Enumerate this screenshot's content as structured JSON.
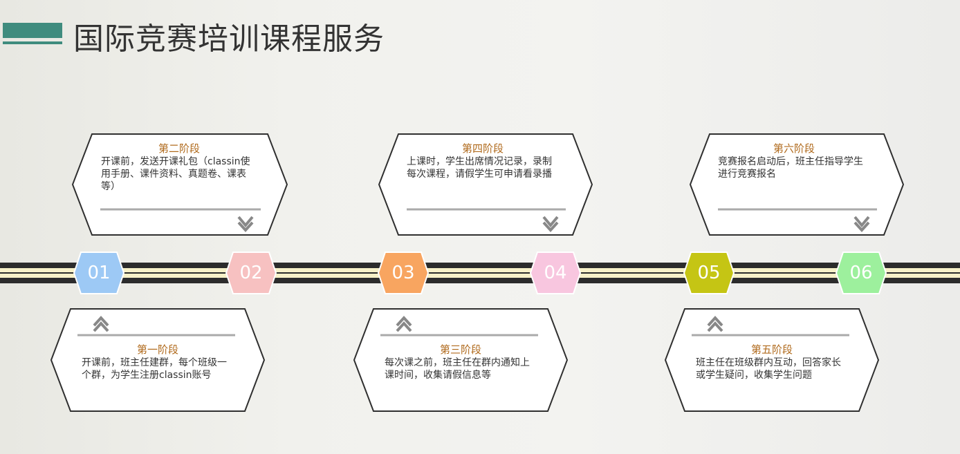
{
  "header": {
    "title": "国际竞赛培训课程服务",
    "accent_color": "#3f8c7e"
  },
  "stages": [
    {
      "number": "01",
      "title": "第一阶段",
      "body": "开课前，班主任建群，每个班级一个群，为学生注册classin账号",
      "color": "#9dc9f5",
      "position": "bottom"
    },
    {
      "number": "02",
      "title": "第二阶段",
      "body": "开课前，发送开课礼包（classin使用手册、课件资料、真题卷、课表等）",
      "color": "#f7c1c1",
      "position": "top"
    },
    {
      "number": "03",
      "title": "第三阶段",
      "body": "每次课之前，班主任在群内通知上课时间，收集请假信息等",
      "color": "#f8a560",
      "position": "bottom"
    },
    {
      "number": "04",
      "title": "第四阶段",
      "body": "上课时，学生出席情况记录，录制每次课程，请假学生可申请看录播",
      "color": "#f8c6df",
      "position": "top"
    },
    {
      "number": "05",
      "title": "第五阶段",
      "body": "班主任在班级群内互动，回答家长或学生疑问，收集学生问题",
      "color": "#c5c514",
      "position": "bottom"
    },
    {
      "number": "06",
      "title": "第六阶段",
      "body": "竞赛报名启动后，班主任指导学生进行竞赛报名",
      "color": "#9df09d",
      "position": "top"
    }
  ],
  "icons": {
    "down_arrow": "chevron-down-icon",
    "up_arrow": "chevron-up-icon"
  }
}
